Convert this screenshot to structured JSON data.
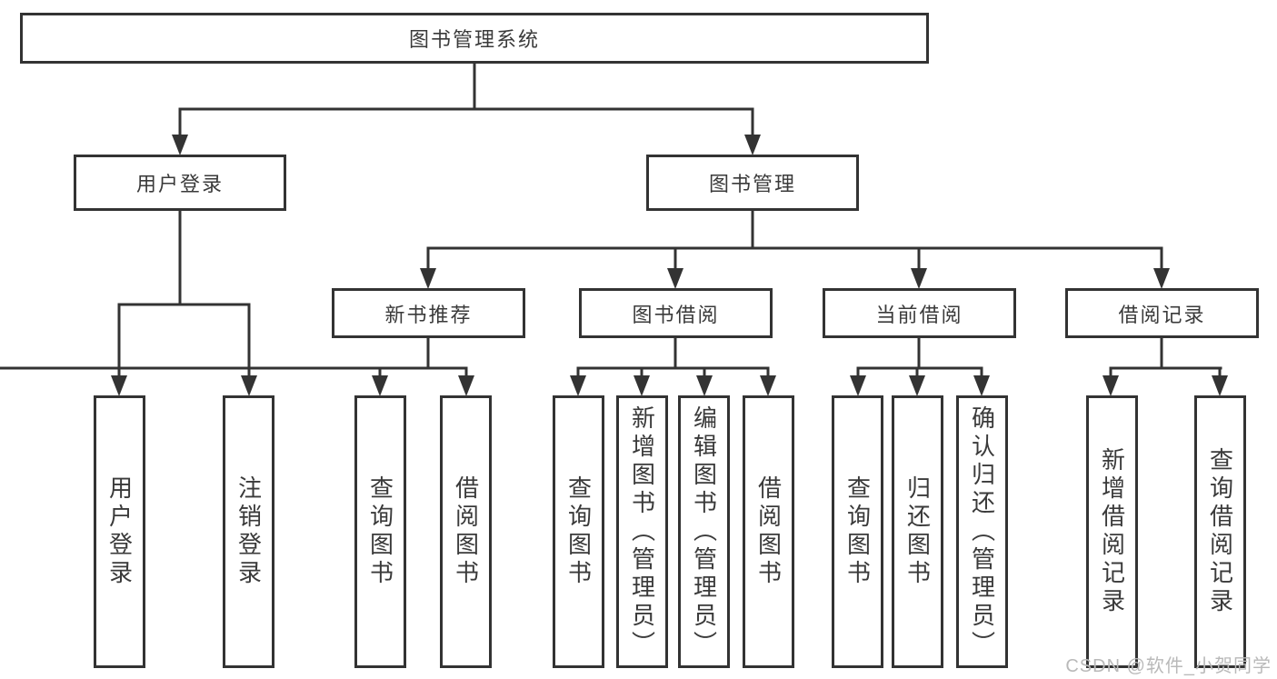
{
  "nodes": {
    "root": "图书管理系统",
    "user_login": "用户登录",
    "book_mgmt": "图书管理",
    "new_book_rec": "新书推荐",
    "book_borrow": "图书借阅",
    "current_borrow": "当前借阅",
    "borrow_records": "借阅记录",
    "leaf_user_login": "用户登录",
    "leaf_logout": "注销登录",
    "leaf_query_book_1": "查询图书",
    "leaf_borrow_book_1": "借阅图书",
    "leaf_query_book_2": "查询图书",
    "leaf_add_book": "新增图书（管理员）",
    "leaf_edit_book": "编辑图书（管理员）",
    "leaf_borrow_book_2": "借阅图书",
    "leaf_query_book_3": "查询图书",
    "leaf_return_book": "归还图书",
    "leaf_confirm_return": "确认归还（管理员）",
    "leaf_add_borrow_record": "新增借阅记录",
    "leaf_query_borrow_record": "查询借阅记录"
  },
  "hierarchy": {
    "图书管理系统": {
      "用户登录": [
        "用户登录",
        "注销登录"
      ],
      "图书管理": {
        "新书推荐": [
          "查询图书",
          "借阅图书"
        ],
        "图书借阅": [
          "查询图书",
          "新增图书（管理员）",
          "编辑图书（管理员）",
          "借阅图书"
        ],
        "当前借阅": [
          "查询图书",
          "归还图书",
          "确认归还（管理员）"
        ],
        "借阅记录": [
          "新增借阅记录",
          "查询借阅记录"
        ]
      }
    }
  },
  "watermark": {
    "text": "CSDN @软件_小贺同学"
  },
  "colors": {
    "line": "#333333",
    "text": "#3a3a3a",
    "background": "#ffffff",
    "watermark": "#b9b9b9"
  }
}
